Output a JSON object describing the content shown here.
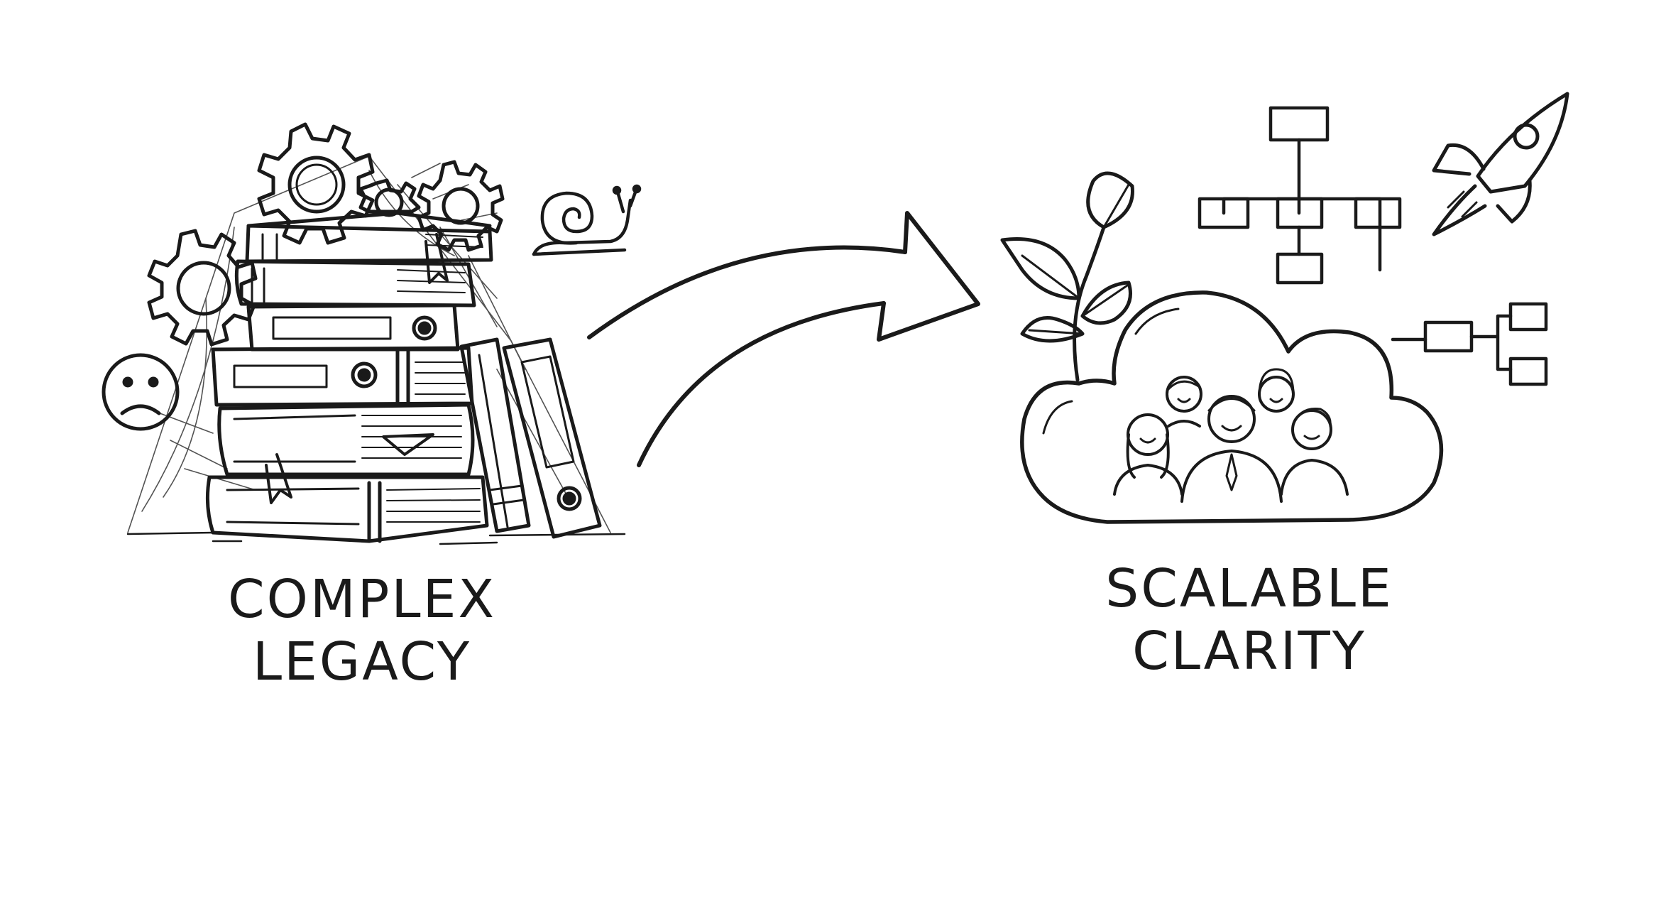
{
  "left_label": {
    "line1": "COMPLEX",
    "line2": "LEGACY"
  },
  "right_label": {
    "line1": "SCALABLE",
    "line2": "CLARITY"
  },
  "colors": {
    "ink": "#1a1a1a",
    "background": "#ffffff"
  },
  "icons": [
    "gear-icon",
    "sad-face-icon",
    "snail-icon",
    "book-stack-icon",
    "binder-icon",
    "cobweb-icon",
    "curved-arrow-icon",
    "plant-icon",
    "cloud-icon",
    "team-icon",
    "org-chart-icon",
    "rocket-icon",
    "flow-diagram-icon"
  ]
}
